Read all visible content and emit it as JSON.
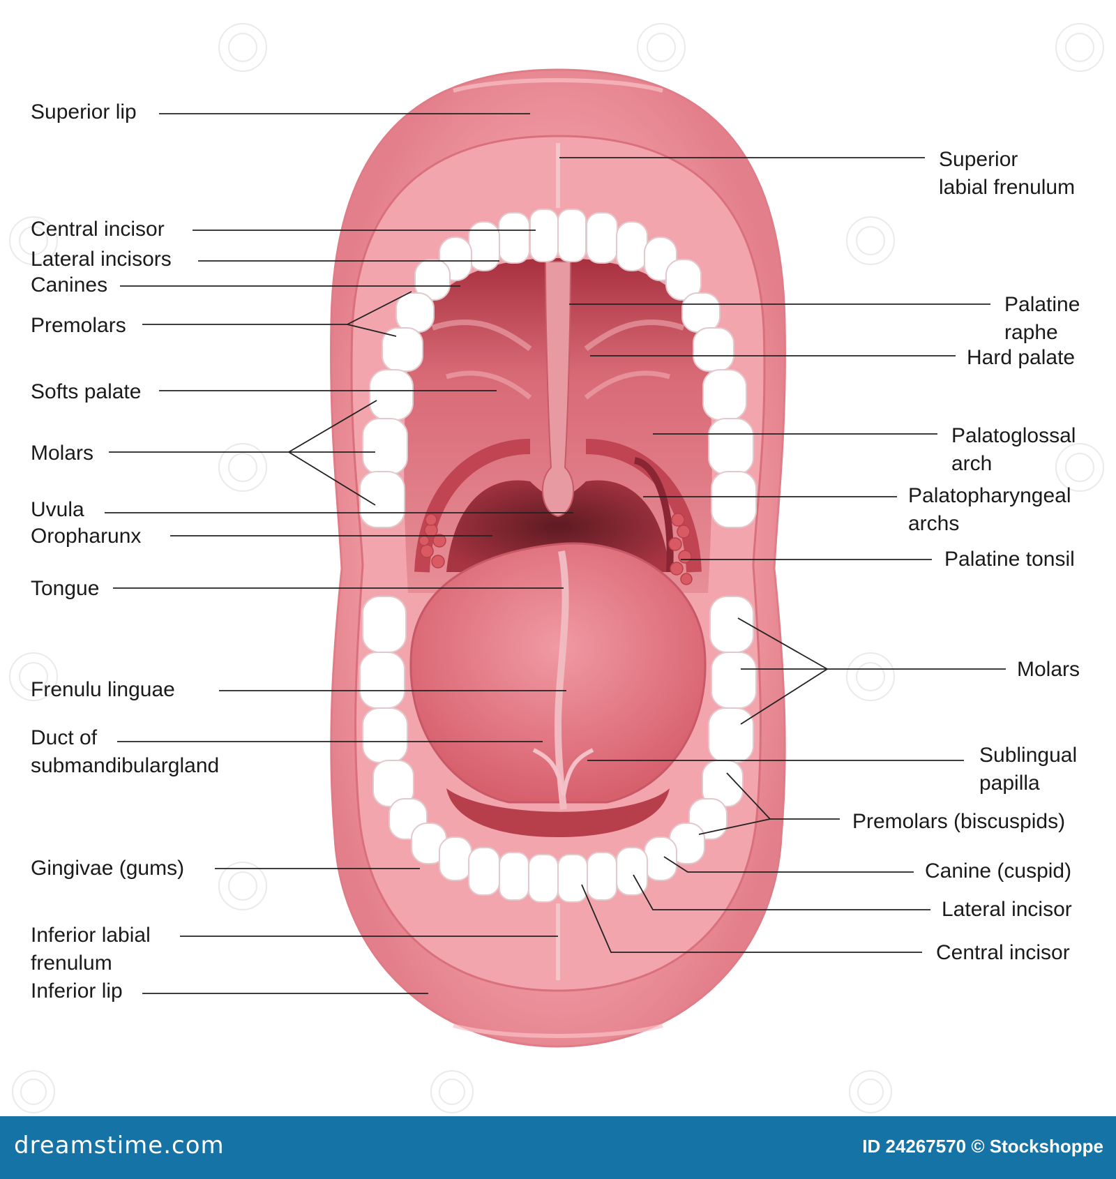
{
  "labels_left": [
    {
      "id": "superior-lip",
      "lines": [
        "Superior lip"
      ]
    },
    {
      "id": "central-incisor-upper",
      "lines": [
        "Central incisor"
      ]
    },
    {
      "id": "lateral-incisors",
      "lines": [
        "Lateral incisors"
      ]
    },
    {
      "id": "canines",
      "lines": [
        "Canines"
      ]
    },
    {
      "id": "premolars-upper",
      "lines": [
        "Premolars"
      ]
    },
    {
      "id": "soft-palate",
      "lines": [
        "Softs palate"
      ]
    },
    {
      "id": "molars-upper",
      "lines": [
        "Molars"
      ]
    },
    {
      "id": "uvula",
      "lines": [
        "Uvula"
      ]
    },
    {
      "id": "oropharynx",
      "lines": [
        "Oropharunx"
      ]
    },
    {
      "id": "tongue",
      "lines": [
        "Tongue"
      ]
    },
    {
      "id": "frenulum-linguae",
      "lines": [
        "Frenulu linguae"
      ]
    },
    {
      "id": "duct-submandibular",
      "lines": [
        "Duct of",
        "submandibulargland"
      ]
    },
    {
      "id": "gingivae",
      "lines": [
        "Gingivae (gums)"
      ]
    },
    {
      "id": "inferior-labial-frenulum",
      "lines": [
        "Inferior labial",
        "frenulum"
      ]
    },
    {
      "id": "inferior-lip",
      "lines": [
        "Inferior lip"
      ]
    }
  ],
  "labels_right": [
    {
      "id": "superior-labial-frenulum",
      "lines": [
        "Superior",
        "labial frenulum"
      ]
    },
    {
      "id": "palatine-raphe",
      "lines": [
        "Palatine",
        "raphe"
      ]
    },
    {
      "id": "hard-palate",
      "lines": [
        "Hard palate"
      ]
    },
    {
      "id": "palatoglossal-arch",
      "lines": [
        "Palatoglossal",
        "arch"
      ]
    },
    {
      "id": "palatopharyngeal-arches",
      "lines": [
        "Palatopharyngeal",
        "archs"
      ]
    },
    {
      "id": "palatine-tonsil",
      "lines": [
        "Palatine tonsil"
      ]
    },
    {
      "id": "molars-lower",
      "lines": [
        "Molars"
      ]
    },
    {
      "id": "sublingual-papilla",
      "lines": [
        "Sublingual",
        "papilla"
      ]
    },
    {
      "id": "premolars-lower",
      "lines": [
        "Premolars (biscuspids)"
      ]
    },
    {
      "id": "canine-lower",
      "lines": [
        "Canine (cuspid)"
      ]
    },
    {
      "id": "lateral-incisor-lower",
      "lines": [
        "Lateral incisor"
      ]
    },
    {
      "id": "central-incisor-lower",
      "lines": [
        "Central incisor"
      ]
    }
  ],
  "footer": {
    "brand": "dreamstime.com",
    "credit": "ID 24267570 © Stockshoppe"
  },
  "colors": {
    "lip": "#ec8f99",
    "lip_highlight": "#f7b5bc",
    "gum": "#f2a0a8",
    "palate": "#e27e88",
    "throat": "#a8323f",
    "tongue": "#e8838d",
    "teeth": "#ffffff",
    "footer": "#1573a6"
  }
}
